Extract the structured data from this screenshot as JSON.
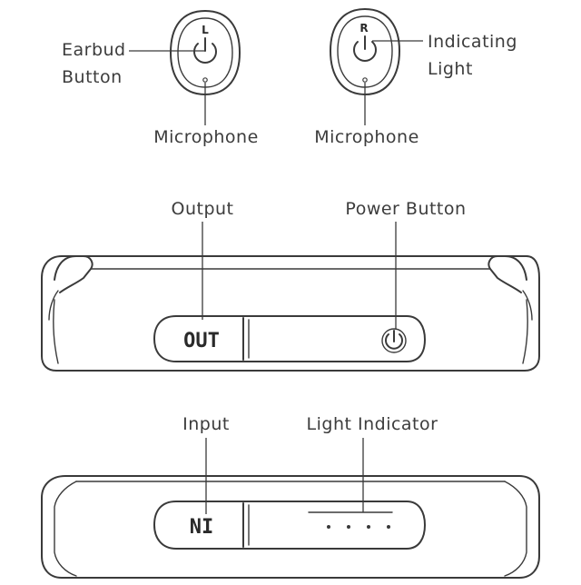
{
  "earbuds": {
    "left_side": "L",
    "right_side": "R",
    "earbud_button_line1": "Earbud",
    "earbud_button_line2": "Button",
    "indicating_light_line1": "Indicating",
    "indicating_light_line2": "Light",
    "left_microphone": "Microphone",
    "right_microphone": "Microphone"
  },
  "case_front": {
    "output_label": "Output",
    "power_button_label": "Power Button",
    "port_text": "OUT",
    "power_icon": "power-icon"
  },
  "case_back": {
    "input_label": "Input",
    "light_indicator_label": "Light Indicator",
    "port_text": "NI",
    "light_dots": 4
  }
}
